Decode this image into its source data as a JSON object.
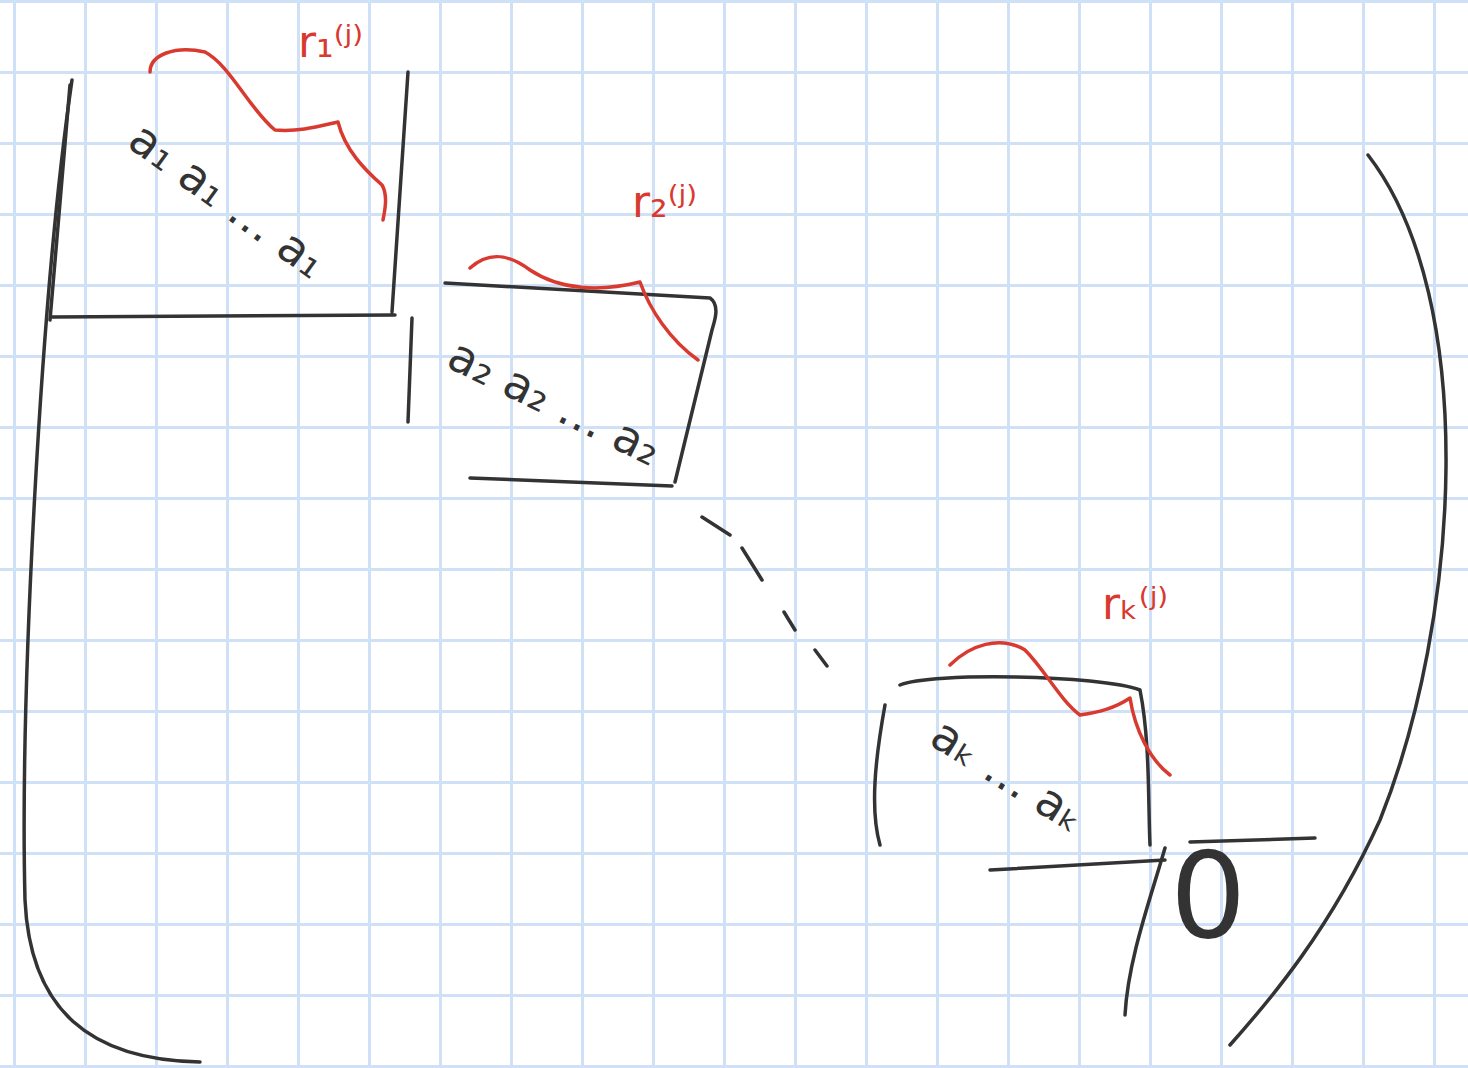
{
  "diagram": {
    "nodes": [
      {
        "text": [
          "a₁ a₁ … a₁"
        ]
      },
      {
        "text": [
          "a₂ a₂ … a₂"
        ]
      },
      {
        "text": [
          "aₖ … aₖ"
        ]
      }
    ],
    "labels": [
      "r₁⁽ʲ⁾",
      "r₂⁽ʲ⁾",
      "rₖ⁽ʲ⁾",
      "0"
    ]
  }
}
